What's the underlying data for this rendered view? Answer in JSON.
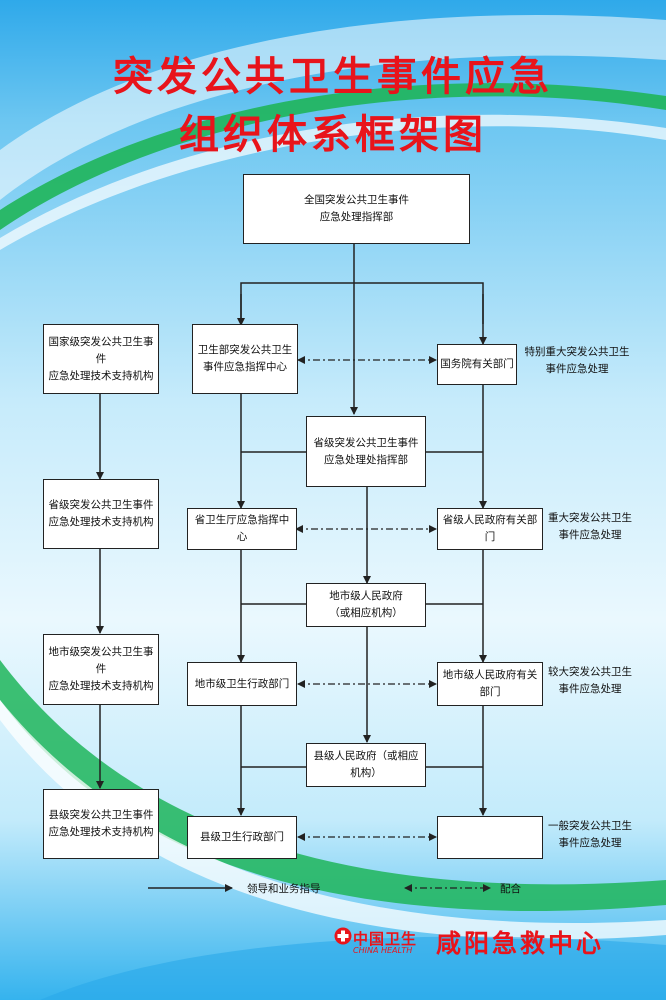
{
  "title": {
    "line1": "突发公共卫生事件应急",
    "line2": "组织体系框架图"
  },
  "boxes": {
    "national_command": "全国突发公共卫生事件\n应急处理指挥部",
    "national_tech": "国家级突发公共卫生事件\n应急处理技术支持机构",
    "moh_command_center": "卫生部突发公共卫生\n事件应急指挥中心",
    "state_council_depts": "国务院有关部门",
    "provincial_command": "省级突发公共卫生事件\n应急处理处指挥部",
    "provincial_tech": "省级突发公共卫生事件\n应急处理技术支持机构",
    "provincial_health_center": "省卫生厅应急指挥中心",
    "provincial_gov_depts": "省级人民政府有关部门",
    "city_gov": "地市级人民政府\n（或相应机构）",
    "city_tech": "地市级突发公共卫生事件\n应急处理技术支持机构",
    "city_health_dept": "地市级卫生行政部门",
    "city_gov_depts": "地市级人民政府有关部门",
    "county_gov": "县级人民政府（或相应机构）",
    "county_tech": "县级突发公共卫生事件\n应急处理技术支持机构",
    "county_health_dept": "县级卫生行政部门",
    "county_blank": ""
  },
  "side_notes": {
    "particularly_major": "特别重大突发公共卫生\n事件应急处理",
    "major": "重大突发公共卫生\n事件应急处理",
    "larger": "较大突发公共卫生\n事件应急处理",
    "general": "一般突发公共卫生\n事件应急处理"
  },
  "legend": {
    "solid_label": "领导和业务指导",
    "dashed_label": "配合"
  },
  "footer": {
    "logo_cn": "中国卫生",
    "logo_en": "CHINA HEALTH",
    "org_name": "咸阳急救中心"
  },
  "colors": {
    "title": "#e8141b",
    "background_top": "#2fa9ea",
    "background_mid": "#eaf8fe",
    "swoosh_green": "#1fb55a",
    "box_border": "#222222"
  }
}
